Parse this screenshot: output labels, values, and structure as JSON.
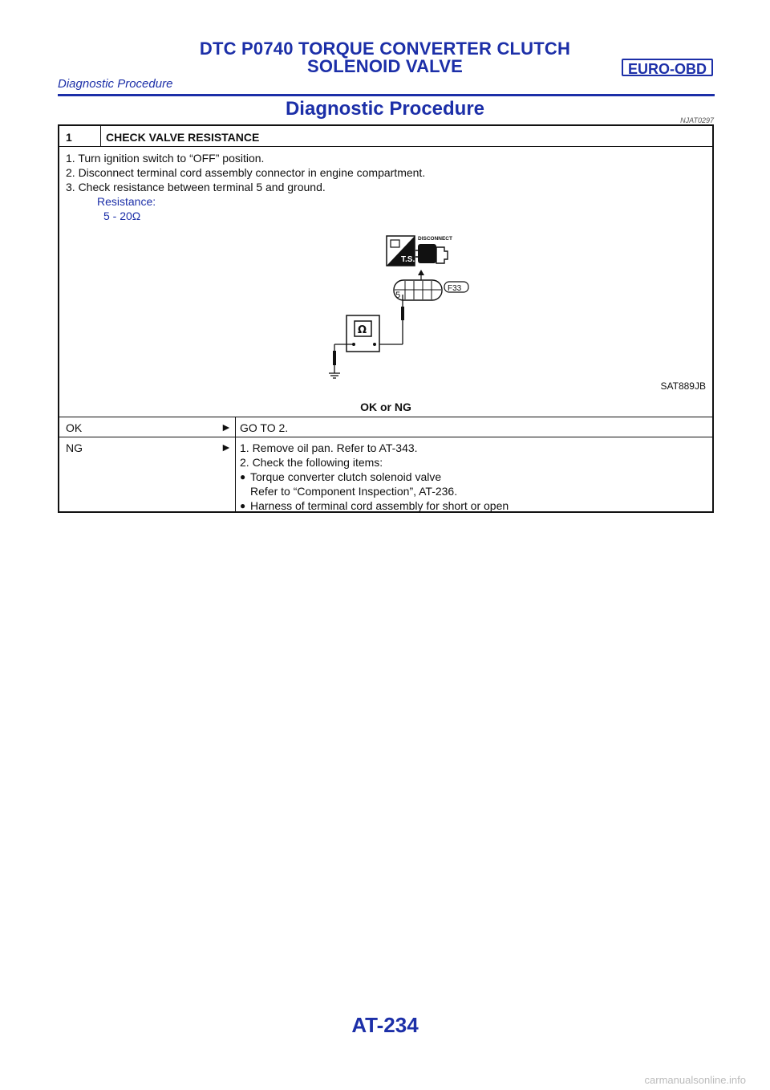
{
  "header": {
    "title_line1": "DTC P0740 TORQUE CONVERTER CLUTCH",
    "title_line2": "SOLENOID VALVE",
    "badge": "EURO-OBD",
    "subtitle": "Diagnostic Procedure"
  },
  "section": {
    "title": "Diagnostic Procedure",
    "code": "NJAT0297"
  },
  "step": {
    "number": "1",
    "heading": "CHECK VALVE RESISTANCE",
    "instructions": [
      "1. Turn ignition switch to “OFF” position.",
      "2. Disconnect terminal cord assembly connector in engine compartment.",
      "3. Check resistance between terminal 5 and ground."
    ],
    "spec_label": "Resistance:",
    "spec_value": "5 - 20Ω",
    "figure": {
      "ts_label": "T.S.",
      "disconnect_label": "DISCONNECT",
      "terminal": "5",
      "connector": "F33",
      "meter_symbol": "Ω",
      "figure_id": "SAT889JB"
    },
    "question": "OK or NG"
  },
  "results": [
    {
      "result": "OK",
      "arrow": "►",
      "action": [
        "GO TO 2."
      ]
    },
    {
      "result": "NG",
      "arrow": "►",
      "action": [
        "1.  Remove oil pan. Refer to AT-343.",
        "2.  Check the following items:",
        "Torque converter clutch solenoid valve",
        "Refer to “Component Inspection”, AT-236.",
        "Harness of terminal cord assembly for short or open"
      ]
    }
  ],
  "bullet": "●",
  "page_number": "AT-234",
  "watermark": "carmanualsonline.info",
  "colors": {
    "accent": "#1c2fa8",
    "text": "#111111"
  }
}
